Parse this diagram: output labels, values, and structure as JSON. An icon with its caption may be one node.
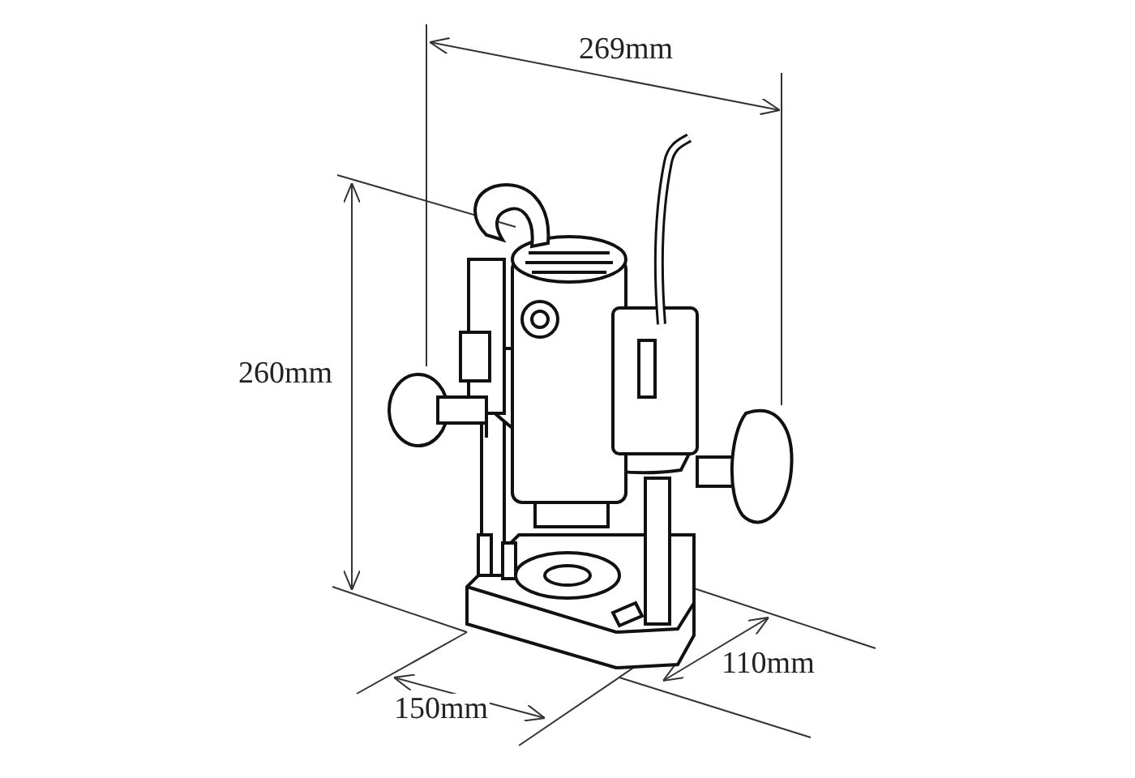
{
  "diagram": {
    "labels": [
      "269mm",
      "260mm",
      "110mm",
      "150mm"
    ]
  }
}
